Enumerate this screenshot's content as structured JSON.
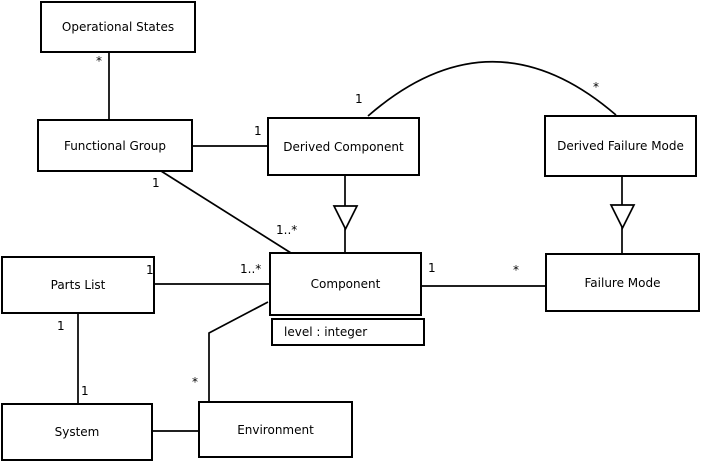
{
  "diagram": {
    "type": "uml-class-diagram",
    "colors": {
      "background": "#ffffff",
      "line": "#000000",
      "box_fill": "#ffffff",
      "text": "#000000"
    },
    "classes": {
      "operational_states": {
        "label": "Operational States"
      },
      "functional_group": {
        "label": "Functional Group"
      },
      "derived_component": {
        "label": "Derived Component"
      },
      "derived_failure_mode": {
        "label": "Derived Failure Mode"
      },
      "parts_list": {
        "label": "Parts List"
      },
      "component": {
        "label": "Component",
        "attribute": "level : integer"
      },
      "failure_mode": {
        "label": "Failure Mode"
      },
      "system": {
        "label": "System"
      },
      "environment": {
        "label": "Environment"
      }
    },
    "multiplicities": {
      "operational_states_end": {
        "text": "*"
      },
      "derived_component_left_end": {
        "text": "1"
      },
      "functional_group_bottom_end": {
        "text": "1"
      },
      "component_topleft_end": {
        "text": "1..*"
      },
      "arc_derived_component_end": {
        "text": "1"
      },
      "arc_derived_failure_mode_end": {
        "text": "*"
      },
      "parts_list_right_end": {
        "text": "1"
      },
      "component_left_end": {
        "text": "1..*"
      },
      "component_right_end": {
        "text": "1"
      },
      "failure_mode_left_end": {
        "text": "*"
      },
      "parts_list_bottom_end": {
        "text": "1"
      },
      "system_top_end": {
        "text": "1"
      },
      "environment_top_end": {
        "text": "*"
      }
    }
  }
}
